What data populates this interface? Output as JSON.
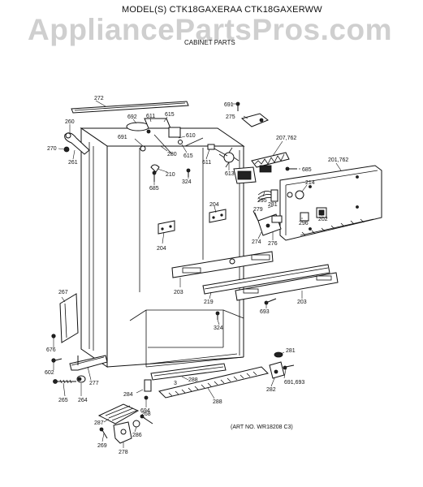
{
  "header": {
    "model_line": "MODEL(S) CTK18GAXERAA  CTK18GAXERWW",
    "watermark": "AppliancePartsPros.com",
    "section": "CABINET PARTS"
  },
  "footer": {
    "art_no": "(ART NO. WR18208 C3)"
  },
  "callouts": {
    "c272": "272",
    "c260": "260",
    "c270": "270",
    "c261": "261",
    "c692": "692",
    "c611a": "611",
    "c615a": "615",
    "c691a": "691",
    "c610": "610",
    "c280": "280",
    "c615b": "615",
    "c611b": "611",
    "c613": "613",
    "c210": "210",
    "c685a": "685",
    "c324a": "324",
    "c691b": "691",
    "c275": "275",
    "c207": "207,762",
    "c685b": "685",
    "c201": "201,762",
    "c214": "214",
    "c295": "295",
    "c281a": "281",
    "c279": "279",
    "c274": "274",
    "c276": "276",
    "c296": "296",
    "c202": "202",
    "c204a": "204",
    "c204b": "204",
    "c203a": "203",
    "c219": "219",
    "c203b": "203",
    "c693": "693",
    "c324b": "324",
    "c267": "267",
    "c676": "676",
    "c602": "602",
    "c277": "277",
    "c265": "265",
    "c264": "264",
    "c284": "284",
    "c694": "694",
    "c288a": "288",
    "c288b": "288",
    "c3": "3",
    "c281b": "281",
    "c282": "282",
    "c691c": "691,693",
    "c287": "287",
    "c268": "268",
    "c286": "286",
    "c278": "278",
    "c269": "269"
  }
}
